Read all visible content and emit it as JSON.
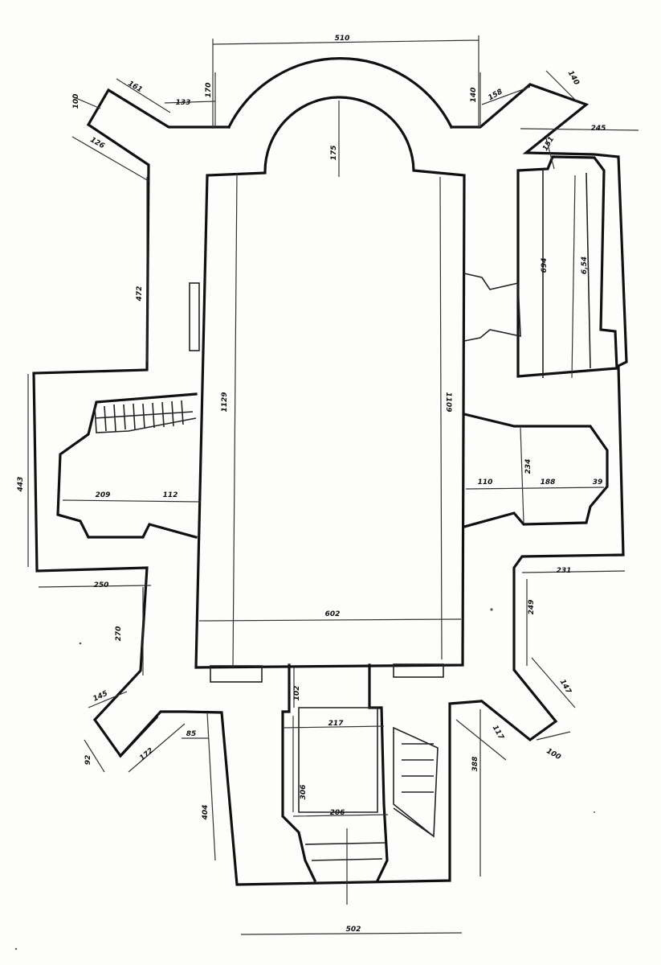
{
  "drawing": {
    "subject": "floor-plan",
    "dimensions": [
      {
        "id": "apse-width",
        "text": "510"
      },
      {
        "id": "apse-depth",
        "text": "175"
      },
      {
        "id": "nw-top",
        "text": "100"
      },
      {
        "id": "nw-diag",
        "text": "161"
      },
      {
        "id": "nw-133",
        "text": "133"
      },
      {
        "id": "nw-170",
        "text": "170"
      },
      {
        "id": "nw-126",
        "text": "126"
      },
      {
        "id": "nw-472",
        "text": "472"
      },
      {
        "id": "ne-140a",
        "text": "140"
      },
      {
        "id": "ne-158",
        "text": "158"
      },
      {
        "id": "ne-140b",
        "text": "140"
      },
      {
        "id": "ne-245",
        "text": "245"
      },
      {
        "id": "ne-151",
        "text": "151"
      },
      {
        "id": "ne-694",
        "text": "694"
      },
      {
        "id": "ne-654",
        "text": "6,54"
      },
      {
        "id": "nave-len-left",
        "text": "1129"
      },
      {
        "id": "nave-len-right",
        "text": "1109"
      },
      {
        "id": "w-443",
        "text": "443"
      },
      {
        "id": "w-209",
        "text": "209"
      },
      {
        "id": "w-112",
        "text": "112"
      },
      {
        "id": "e-110",
        "text": "110"
      },
      {
        "id": "e-188",
        "text": "188"
      },
      {
        "id": "e-39",
        "text": "39"
      },
      {
        "id": "e-234",
        "text": "234"
      },
      {
        "id": "nave-width",
        "text": "602"
      },
      {
        "id": "sw-250",
        "text": "250"
      },
      {
        "id": "sw-270",
        "text": "270"
      },
      {
        "id": "sw-145",
        "text": "145"
      },
      {
        "id": "sw-92",
        "text": "92"
      },
      {
        "id": "sw-172",
        "text": "172"
      },
      {
        "id": "sw-85",
        "text": "85"
      },
      {
        "id": "sw-404",
        "text": "404"
      },
      {
        "id": "se-231",
        "text": "231"
      },
      {
        "id": "se-249",
        "text": "249"
      },
      {
        "id": "se-147",
        "text": "147"
      },
      {
        "id": "se-100",
        "text": "100"
      },
      {
        "id": "se-117",
        "text": "117"
      },
      {
        "id": "se-388",
        "text": "388"
      },
      {
        "id": "porch-102",
        "text": "102"
      },
      {
        "id": "porch-217",
        "text": "217"
      },
      {
        "id": "porch-306",
        "text": "306"
      },
      {
        "id": "porch-206",
        "text": "206"
      },
      {
        "id": "base-width",
        "text": "502"
      }
    ]
  }
}
